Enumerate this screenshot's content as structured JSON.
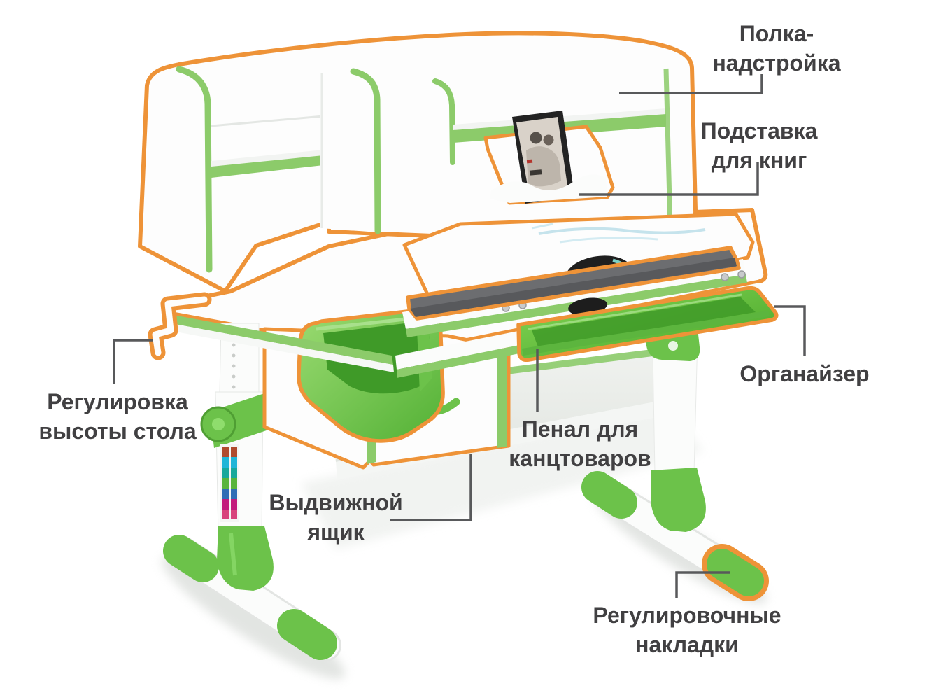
{
  "colors": {
    "outline": "#ee9338",
    "green": "#6cc24a",
    "text": "#414042",
    "leader": "#58595b"
  },
  "annotations": {
    "shelf_hutch": {
      "line1": "Полка-",
      "line2": "надстройка"
    },
    "book_stand": {
      "line1": "Подставка",
      "line2": "для книг"
    },
    "organizer": {
      "line1": "Органайзер",
      "line2": ""
    },
    "pencil_case": {
      "line1": "Пенал для",
      "line2": "канцтоваров"
    },
    "drawer": {
      "line1": "Выдвижной",
      "line2": "ящик"
    },
    "height_adjust": {
      "line1": "Регулировка",
      "line2": "высоты стола"
    },
    "foot_pads": {
      "line1": "Регулировочные",
      "line2": "накладки"
    }
  }
}
